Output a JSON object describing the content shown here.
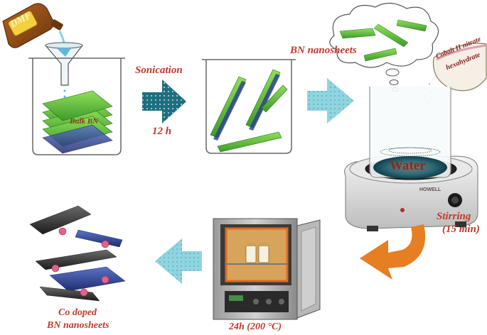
{
  "labels": {
    "dmf": "DMF",
    "bulk_bn": "Bulk BN",
    "sonication": "Sonication",
    "duration_12h": "12 h",
    "bn_nanosheets": "BN nanosheets",
    "cobalt_line1": "Cobalt II nitrate",
    "cobalt_line2": "hexahydrate",
    "water": "Water",
    "howell": "HOWELL",
    "stirring_line1": "Stirring",
    "stirring_line2": "(15 min)",
    "oven_condition": "24h (200 °C)",
    "product_line1": "Co doped",
    "product_line2": "BN nanosheets"
  },
  "colors": {
    "label_red": "#c0392b",
    "arrow_teal": "#1d6f80",
    "arrow_light": "#8fd5e0",
    "sheet_green": "#5fbf3a",
    "sheet_navy": "#2b3f8f",
    "cobalt_pink": "#e0628a"
  },
  "icons": [
    "dmf-bottle-icon",
    "funnel-icon",
    "beaker-icon",
    "thought-cloud-icon",
    "cobalt-bowl-icon",
    "hotplate-icon",
    "oven-icon",
    "curved-arrow-icon"
  ]
}
